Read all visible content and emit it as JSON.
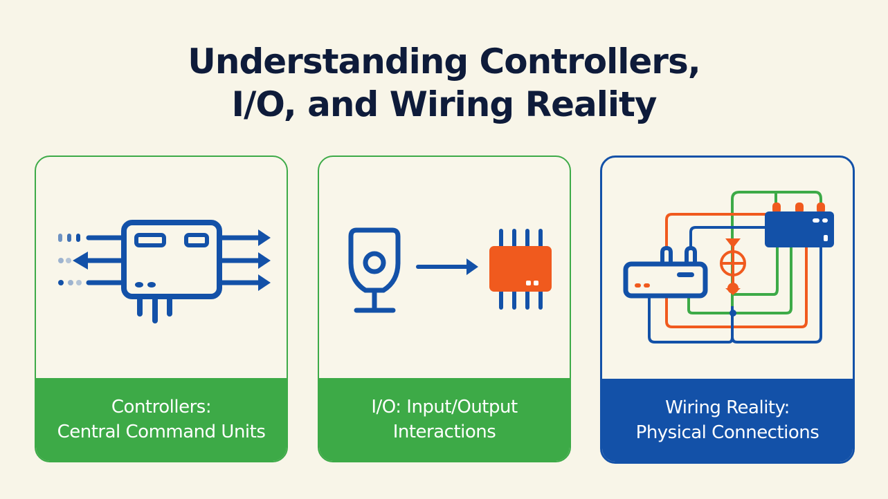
{
  "title": {
    "line1": "Understanding Controllers,",
    "line2": "I/O, and Wiring Reality"
  },
  "cards": [
    {
      "icon": "controller-icon",
      "line1": "Controllers:",
      "line2": "Central Command Units"
    },
    {
      "icon": "sensor-to-chip-icon",
      "line1": "I/O: Input/Output",
      "line2": "Interactions"
    },
    {
      "icon": "wiring-diagram-icon",
      "line1": "Wiring Reality:",
      "line2": "Physical Connections"
    }
  ],
  "colors": {
    "background": "#f8f5e8",
    "title": "#0e1b3a",
    "green": "#3daa47",
    "blue": "#1351a8",
    "orange": "#f05a1e"
  }
}
